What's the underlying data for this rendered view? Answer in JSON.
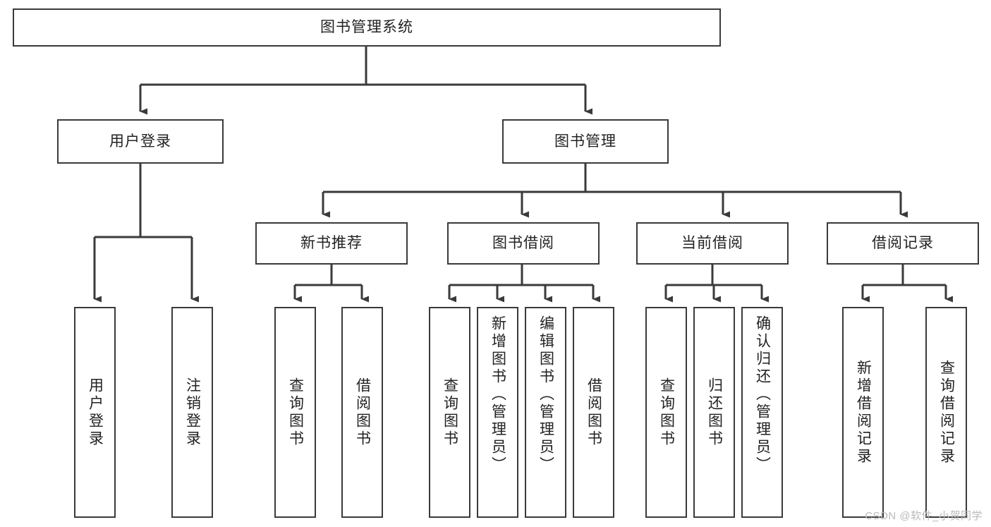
{
  "diagram": {
    "title": "图书管理系统",
    "type": "tree-hierarchy-diagram",
    "watermark": "CSDN @软件_小贺同学",
    "colors": {
      "box_border": "#3a3a3a",
      "box_fill": "#ffffff",
      "connector": "#3a3a3a",
      "text": "#222222",
      "watermark": "#b9b9b9",
      "background": "#ffffff"
    }
  },
  "nodes": {
    "root": {
      "label": "图书管理系统"
    },
    "level2": [
      {
        "id": "user-login",
        "label": "用户登录"
      },
      {
        "id": "book-management",
        "label": "图书管理"
      }
    ],
    "level3": [
      {
        "id": "new-book-recommend",
        "label": "新书推荐"
      },
      {
        "id": "book-borrow",
        "label": "图书借阅"
      },
      {
        "id": "current-borrow",
        "label": "当前借阅"
      },
      {
        "id": "borrow-record",
        "label": "借阅记录"
      }
    ],
    "leaves": {
      "user_login": [
        {
          "id": "leaf-user-login",
          "label": "用户登录"
        },
        {
          "id": "leaf-logout-login",
          "label": "注销登录"
        }
      ],
      "new_book_recommend": [
        {
          "id": "leaf-query-book-1",
          "label": "查询图书"
        },
        {
          "id": "leaf-borrow-book-1",
          "label": "借阅图书"
        }
      ],
      "book_borrow": [
        {
          "id": "leaf-query-book-2",
          "label": "查询图书"
        },
        {
          "id": "leaf-add-book",
          "label": "新增图书（管理员）"
        },
        {
          "id": "leaf-edit-book",
          "label": "编辑图书（管理员）"
        },
        {
          "id": "leaf-borrow-book-2",
          "label": "借阅图书"
        }
      ],
      "current_borrow": [
        {
          "id": "leaf-query-book-3",
          "label": "查询图书"
        },
        {
          "id": "leaf-return-book",
          "label": "归还图书"
        },
        {
          "id": "leaf-confirm-return",
          "label": "确认归还（管理员）"
        }
      ],
      "borrow_record": [
        {
          "id": "leaf-add-record",
          "label": "新增借阅记录"
        },
        {
          "id": "leaf-query-record",
          "label": "查询借阅记录"
        }
      ]
    }
  }
}
